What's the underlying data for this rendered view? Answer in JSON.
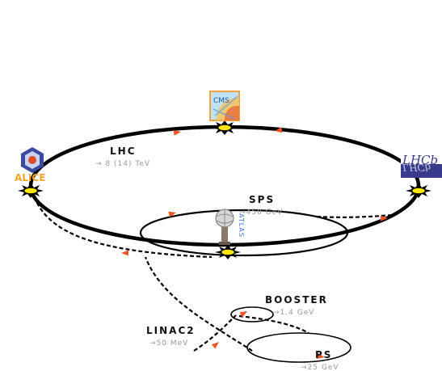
{
  "accelerators": {
    "lhc": {
      "name": "LHC",
      "energy": "→ 8 (14) TeV"
    },
    "sps": {
      "name": "SPS",
      "energy": "→450 GeV"
    },
    "booster": {
      "name": "BOOSTER",
      "energy": "→1.4 GeV"
    },
    "ps": {
      "name": "PS",
      "energy": "→25 GeV"
    },
    "linac2": {
      "name": "LINAC2",
      "energy": "→50 MeV"
    }
  },
  "experiments": {
    "cms": {
      "logo_text": "CMS"
    },
    "alice": {
      "logo_text": "ALICE"
    },
    "lhcb": {
      "logo_text": "LHCb"
    },
    "atlas": {
      "logo_text": "ATLAS"
    }
  },
  "colors": {
    "beam_arrow": "#ee5522",
    "collision_burst": "#ffe600",
    "energy_label": "#9a9a9a",
    "lhcb_logo": "#3a3a8c",
    "alice_logo": "#f5a623"
  }
}
